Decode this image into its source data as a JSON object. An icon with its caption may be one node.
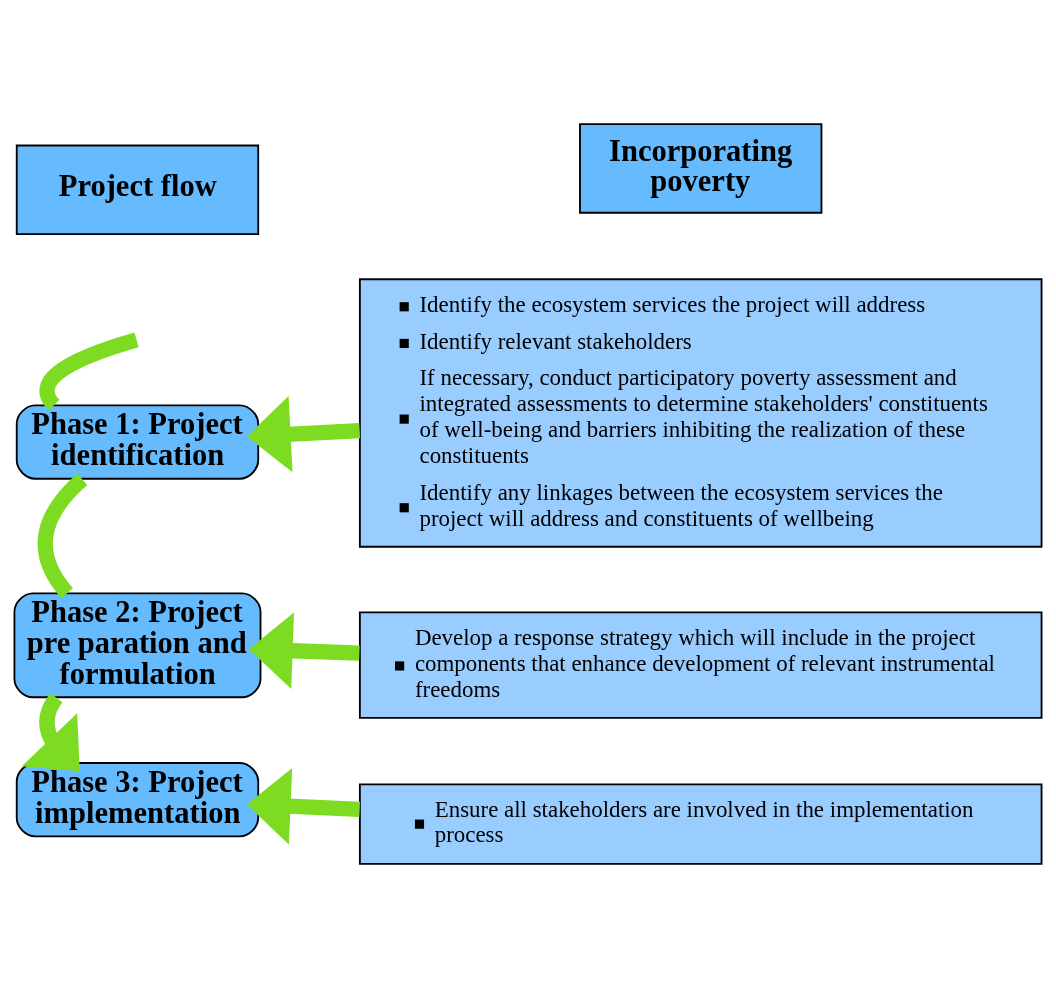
{
  "diagram": {
    "nodes": [
      {
        "text": [
          "Project flow"
        ]
      },
      {
        "text": [
          "Incorporating poverty"
        ]
      },
      {
        "text": [
          "Phase 1: Project identification"
        ]
      },
      {
        "text": [
          "Identify the ecosystem services the project will address",
          "Identify relevant stakeholders",
          "If necessary, conduct participatory poverty assessment and integrated assessments to determine stakeholders' constituents of well-being and barriers inhibiting the realization of these constituents",
          "Identify any linkages between the ecosystem services the project will address and constituents of wellbeing"
        ]
      },
      {
        "text": [
          "Phase 2: Project pre paration and formulation"
        ]
      },
      {
        "text": [
          "Develop a response strategy which will include in the project components that enhance development of relevant instrumental freedoms"
        ]
      },
      {
        "text": [
          "Phase 3: Project implementation"
        ]
      },
      {
        "text": [
          "Ensure all stakeholders are involved in the implementation process"
        ]
      }
    ],
    "edges": [
      {
        "from": null,
        "to": 2,
        "arrow": "none"
      },
      {
        "from": 2,
        "to": 4,
        "arrow": "none"
      },
      {
        "from": 4,
        "to": 6,
        "arrow": "to"
      },
      {
        "from": 3,
        "to": 2,
        "arrow": "to"
      },
      {
        "from": 5,
        "to": 4,
        "arrow": "to"
      },
      {
        "from": 7,
        "to": 6,
        "arrow": "to"
      }
    ]
  }
}
